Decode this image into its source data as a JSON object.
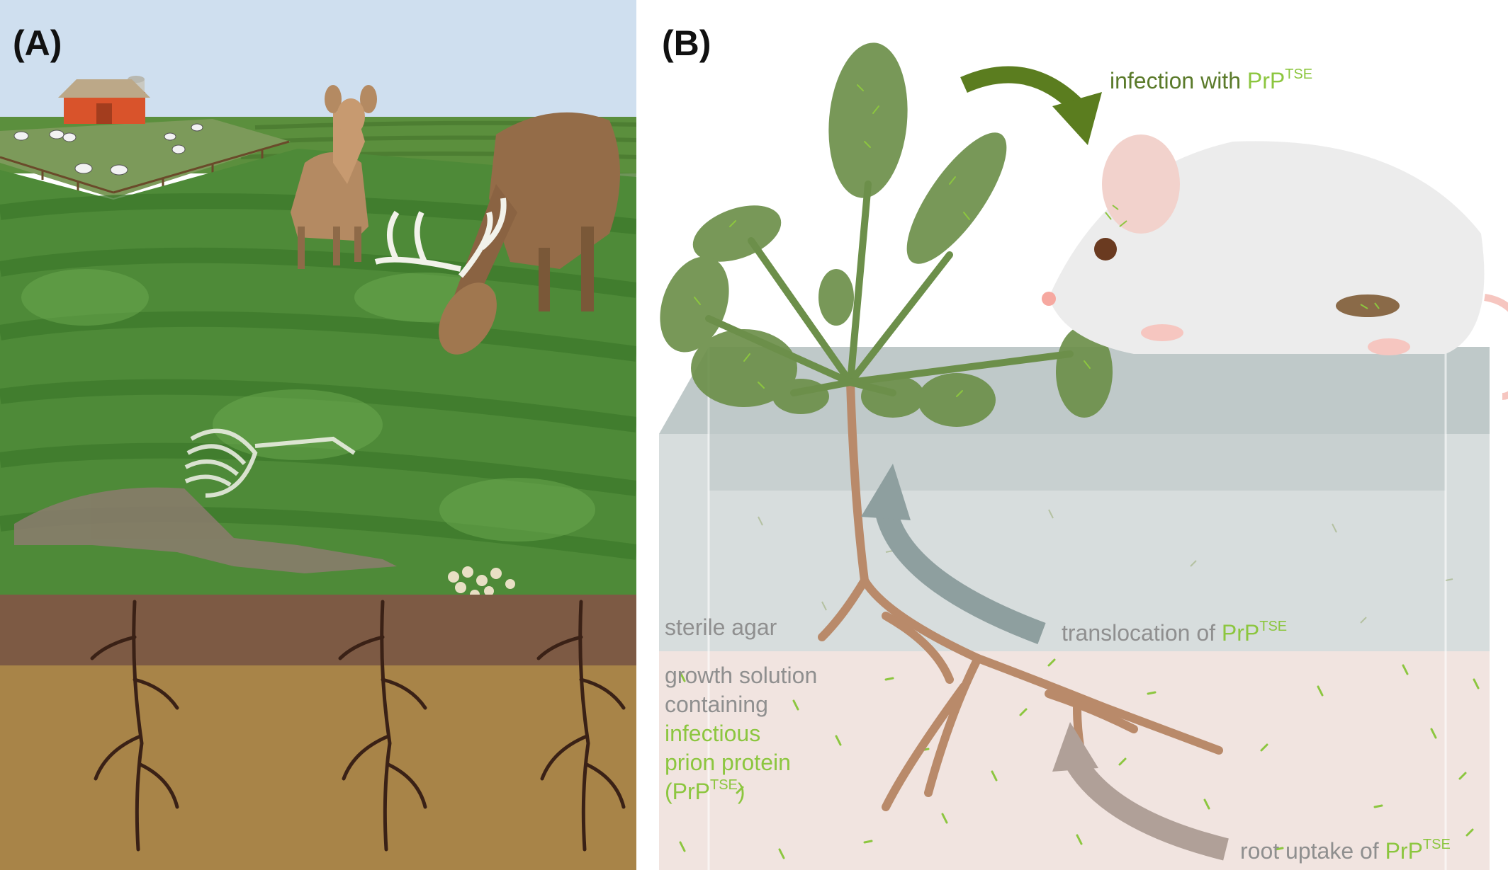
{
  "panel_a": {
    "label": "(A)"
  },
  "panel_b": {
    "label": "(B)",
    "infection": {
      "text": "infection with ",
      "prp": "PrP",
      "sup": "TSE"
    },
    "sterile_agar": "sterile agar",
    "translocation": {
      "text": "translocation of ",
      "prp": "PrP",
      "sup": "TSE"
    },
    "growth_solution": {
      "line1": "growth solution",
      "line2": "containing",
      "line3": "infectious",
      "line4": "prion protein",
      "line5_open": "(PrP",
      "line5_sup": "TSE",
      "line5_close": ")"
    },
    "root_uptake": {
      "text": "root uptake of ",
      "prp": "PrP",
      "sup": "TSE"
    }
  },
  "colors": {
    "sky": "#cfdfef",
    "field_green": "#4e8a38",
    "soil_top": "#7d5a44",
    "soil_bottom": "#a88448",
    "prion_green": "#8cc63f",
    "arrow_dark_green": "#5b7d1f",
    "barn_red": "#d9532b"
  }
}
